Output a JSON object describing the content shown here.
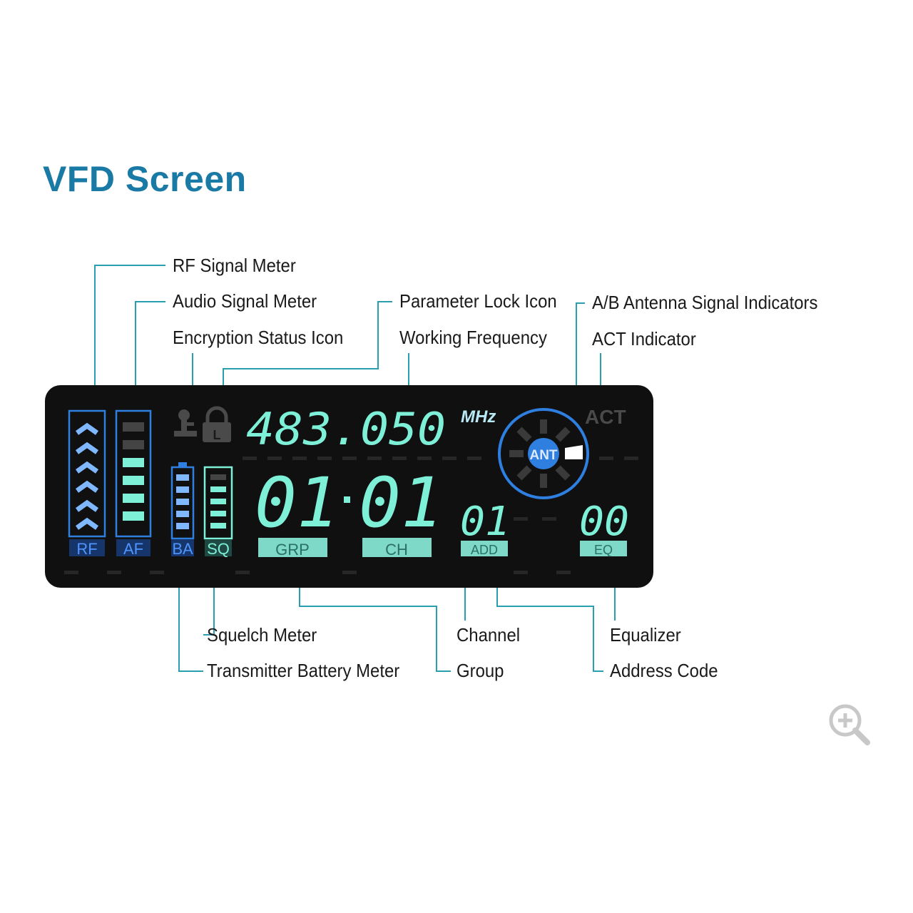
{
  "title": "VFD Screen",
  "labels": {
    "rf_signal_meter": "RF Signal Meter",
    "audio_signal_meter": "Audio Signal Meter",
    "encryption_status_icon": "Encryption Status Icon",
    "parameter_lock_icon": "Parameter Lock Icon",
    "working_frequency": "Working Frequency",
    "ab_antenna_signal_indicators": "A/B Antenna Signal Indicators",
    "act_indicator": "ACT Indicator",
    "squelch_meter": "Squelch Meter",
    "transmitter_battery_meter": "Transmitter Battery Meter",
    "channel": "Channel",
    "group": "Group",
    "equalizer": "Equalizer",
    "address_code": "Address Code"
  },
  "display": {
    "frequency": "483.050",
    "unit": "MHz",
    "act": "ACT",
    "ant": "ANT",
    "lock_letter": "L",
    "group_value": "01",
    "channel_value": "01",
    "address_value": "01",
    "eq_value": "00",
    "rf_tag": "RF",
    "af_tag": "AF",
    "ba_tag": "BA",
    "sq_tag": "SQ",
    "grp_tag": "GRP",
    "ch_tag": "CH",
    "add_tag": "ADD",
    "eq_tag": "EQ"
  },
  "colors": {
    "title": "#1a7aa6",
    "vfd_green": "#7ff0d8",
    "vfd_blue": "#2f7fe0",
    "vfd_dim": "#3a3a3a",
    "leader_line": "#2a9fb0"
  },
  "icons": {
    "zoom": "zoom-in-icon",
    "lock": "lock-icon",
    "key": "key-icon"
  }
}
